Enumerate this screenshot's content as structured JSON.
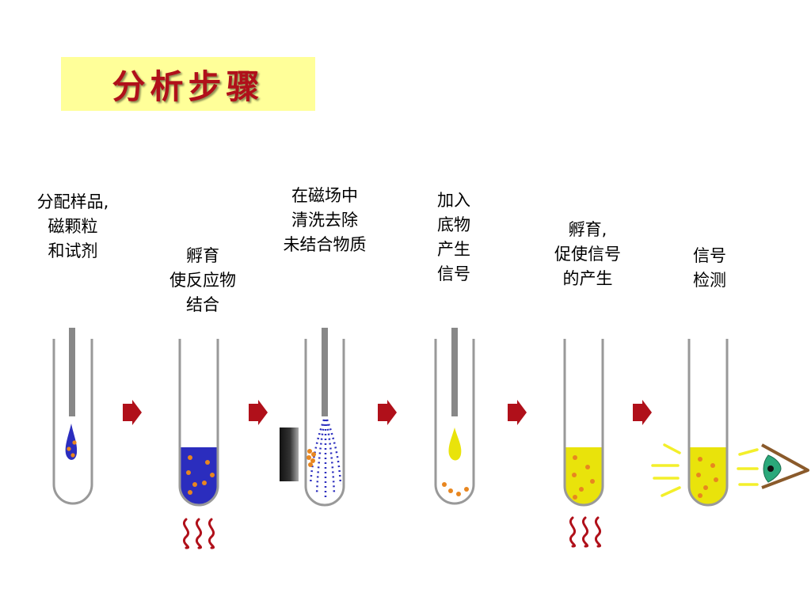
{
  "title": "分析步骤",
  "colors": {
    "title_background": "#ffff99",
    "title_text": "#b0101a",
    "arrow": "#b0101a",
    "blue_liquid": "#2b2dbe",
    "yellow_liquid": "#e9e30b",
    "particles": "#e8861f",
    "heat_waves": "#b0101a",
    "signal_rays": "#f3ef2a",
    "magnet": "#333333",
    "eye_iris": "#2aa87a"
  },
  "steps": [
    {
      "id": "step1",
      "label_lines": [
        "分配样品,",
        "磁颗粒",
        "和试剂"
      ]
    },
    {
      "id": "step2",
      "label_lines": [
        "孵育",
        "使反应物",
        "结合"
      ]
    },
    {
      "id": "step3",
      "label_lines": [
        "在磁场中",
        "清洗去除",
        "未结合物质"
      ]
    },
    {
      "id": "step4",
      "label_lines": [
        "加入",
        "底物",
        "产生",
        "信号"
      ]
    },
    {
      "id": "step5",
      "label_lines": [
        "孵育,",
        "促使信号",
        "的产生"
      ]
    },
    {
      "id": "step6",
      "label_lines": [
        "信号",
        "检测"
      ]
    }
  ],
  "icons": {
    "arrow": "right-arrow-icon",
    "heat": "heat-wave-icon",
    "magnet": "magnet-icon",
    "eye": "eye-icon",
    "pipette": "pipette-icon",
    "wash": "wash-spray-icon"
  }
}
